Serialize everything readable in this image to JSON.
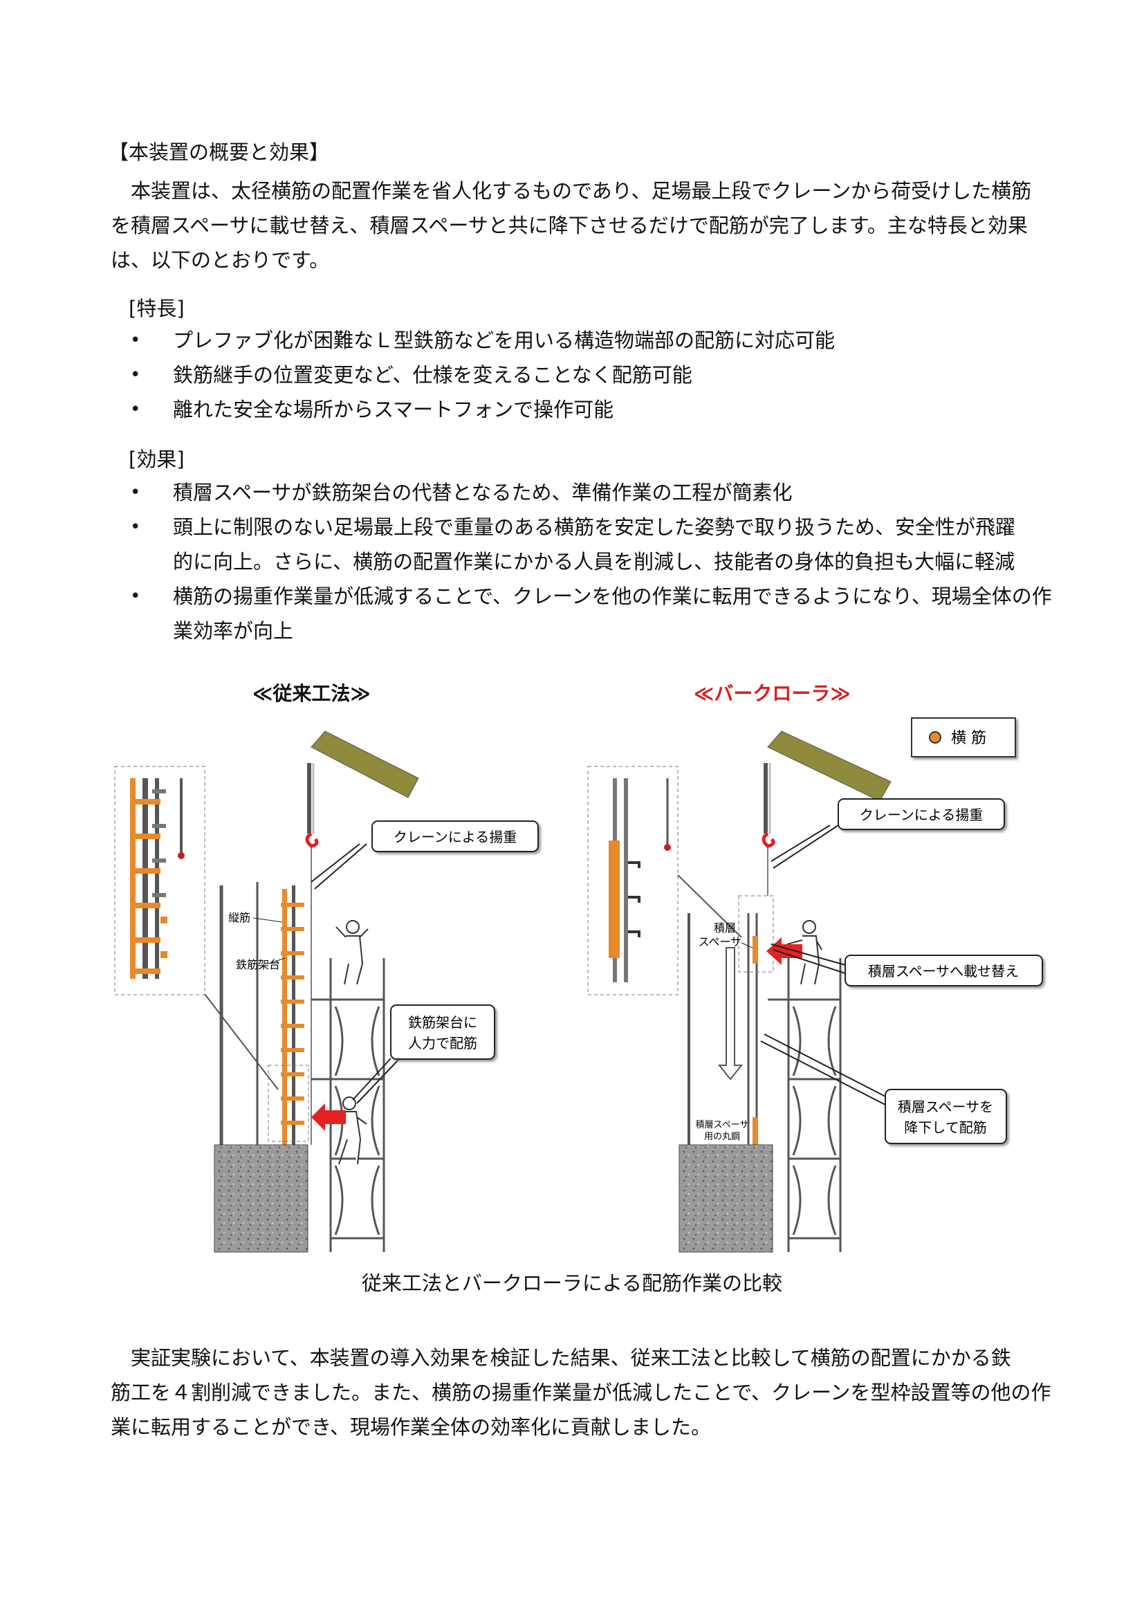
{
  "heading": "【本装置の概要と効果】",
  "intro": {
    "line1": "本装置は、太径横筋の配置作業を省人化するものであり、足場最上段でクレーンから荷受けした横筋",
    "line2": "を積層スペーサに載せ替え、積層スペーサと共に降下させるだけで配筋が完了します。主な特長と効果",
    "line3": "は、以下のとおりです。"
  },
  "features": {
    "heading": "[特長]",
    "items": [
      "プレファブ化が困難なＬ型鉄筋などを用いる構造物端部の配筋に対応可能",
      "鉄筋継手の位置変更など、仕様を変えることなく配筋可能",
      "離れた安全な場所からスマートフォンで操作可能"
    ]
  },
  "effects": {
    "heading": "[効果]",
    "items": [
      {
        "line1": "積層スペーサが鉄筋架台の代替となるため、準備作業の工程が簡素化",
        "line2": ""
      },
      {
        "line1": "頭上に制限のない足場最上段で重量のある横筋を安定した姿勢で取り扱うため、安全性が飛躍",
        "line2": "的に向上。さらに、横筋の配置作業にかかる人員を削減し、技能者の身体的負担も大幅に軽減"
      },
      {
        "line1": "横筋の揚重作業量が低減することで、クレーンを他の作業に転用できるようになり、現場全体の作",
        "line2": "業効率が向上"
      }
    ]
  },
  "figure": {
    "left_title": "≪従来工法≫",
    "right_title": "≪バークローラ≫",
    "legend": "横 筋",
    "left": {
      "callout_crane": "クレーンによる揚重",
      "label_vertical_bar": "縦筋",
      "label_rack": "鉄筋架台",
      "callout_manual_line1": "鉄筋架台に",
      "callout_manual_line2": "人力で配筋"
    },
    "right": {
      "callout_crane": "クレーンによる揚重",
      "label_spacer_line1": "積層",
      "label_spacer_line2": "スペーサ",
      "callout_transfer": "積層スペーサへ載せ替え",
      "label_chain_line1": "積層スペーサ",
      "label_chain_line2": "用の丸鋼",
      "callout_lower_line1": "積層スペーサを",
      "callout_lower_line2": "降下して配筋"
    },
    "colors": {
      "rebar_orange": "#e8892b",
      "crane_olive": "#8f8a3c",
      "hook_red": "#e02020",
      "arrow_red": "#e32222",
      "concrete_gray": "#8a8a8a"
    }
  },
  "caption": "従来工法とバークローラによる配筋作業の比較",
  "conclusion": {
    "line1": "実証実験において、本装置の導入効果を検証した結果、従来工法と比較して横筋の配置にかかる鉄",
    "line2": "筋工を４割削減できました。また、横筋の揚重作業量が低減したことで、クレーンを型枠設置等の他の作",
    "line3": "業に転用することができ、現場作業全体の効率化に貢献しました。"
  }
}
